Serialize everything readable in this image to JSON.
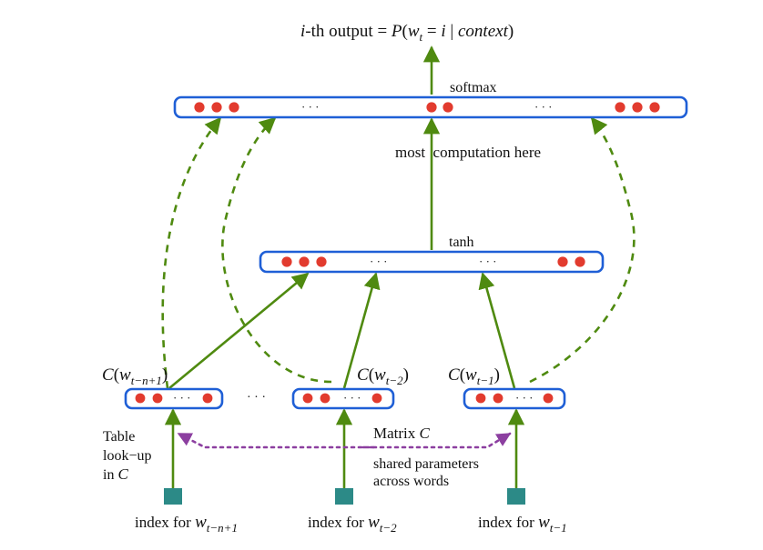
{
  "output_label": {
    "prefix": "i",
    "middle": "-th output = ",
    "P": "P",
    "open": "(",
    "w": "w",
    "w_sub": "t",
    "eq": " = ",
    "i": "i",
    "bar": " | ",
    "context": "context",
    "close": ")"
  },
  "layers": {
    "softmax": "softmax",
    "tanh": "tanh"
  },
  "annotations": {
    "most_computation": "most  computation here",
    "table_lookup": [
      "Table",
      "look−up",
      "in "
    ],
    "table_lookup_C": "C",
    "matrix": "Matrix ",
    "matrix_C": "C",
    "shared": [
      "shared parameters",
      "across words"
    ],
    "ellipsis": "· · ·"
  },
  "embeddings": [
    {
      "C": "C",
      "open": "(",
      "w": "w",
      "sub": "t−n+1",
      "close": ")"
    },
    {
      "C": "C",
      "open": "(",
      "w": "w",
      "sub": "t−2",
      "close": ")"
    },
    {
      "C": "C",
      "open": "(",
      "w": "w",
      "sub": "t−1",
      "close": ")"
    }
  ],
  "indices": [
    {
      "label": "index for ",
      "w": "w",
      "sub": "t−n+1"
    },
    {
      "label": "index for ",
      "w": "w",
      "sub": "t−2"
    },
    {
      "label": "index for ",
      "w": "w",
      "sub": "t−1"
    }
  ],
  "colors": {
    "box": "#1f5fd6",
    "unit": "#e23b2e",
    "arrow": "#4f8a10",
    "shared_link": "#8c3fa0",
    "word_square": "#2c8a87"
  }
}
